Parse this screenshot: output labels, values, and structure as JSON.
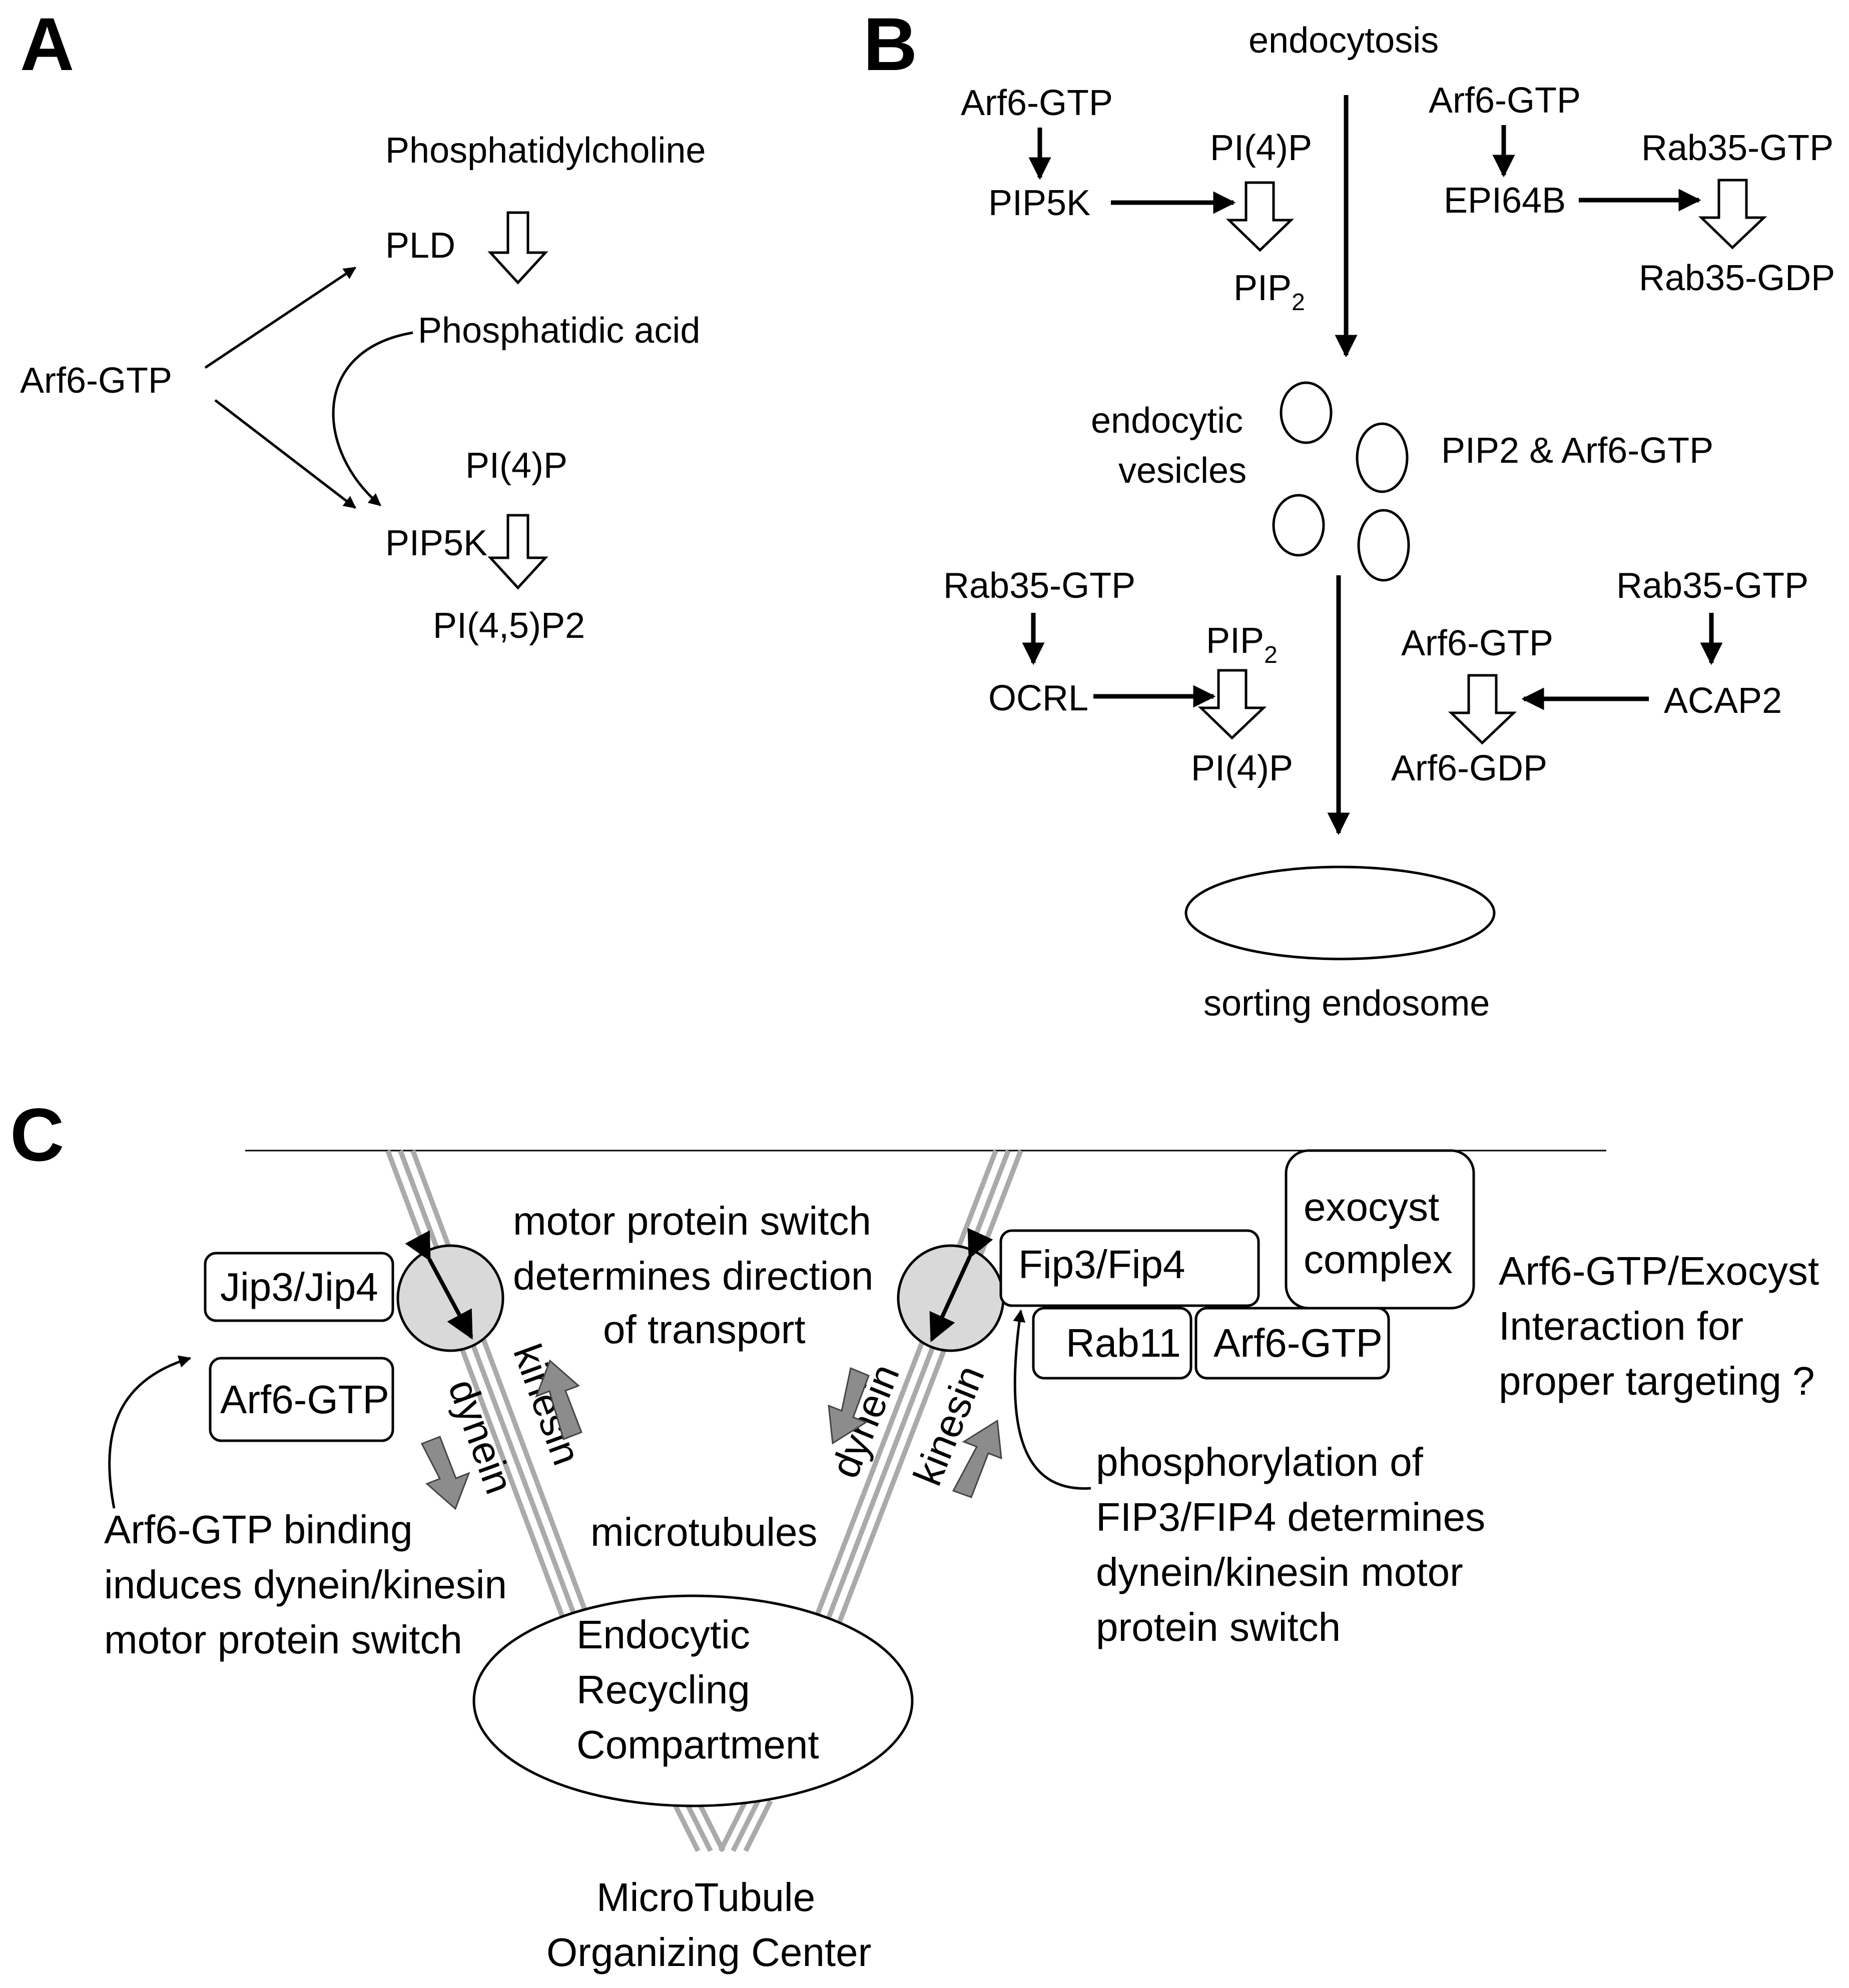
{
  "panels": {
    "A": {
      "label": "A",
      "arf6": "Arf6-GTP",
      "pc": "Phosphatidylcholine",
      "pld": "PLD",
      "pa": "Phosphatidic acid",
      "pi4p": "PI(4)P",
      "pip5k": "PIP5K",
      "pi45p2": "PI(4,5)P2"
    },
    "B": {
      "label": "B",
      "endocytosis": "endocytosis",
      "arf6_a": "Arf6-GTP",
      "pip5k": "PIP5K",
      "pi4p_top": "PI(4)P",
      "pip2_top": "PIP",
      "pip2_top_sub": "2",
      "arf6_b": "Arf6-GTP",
      "epi64b": "EPI64B",
      "rab35gtp_top": "Rab35-GTP",
      "rab35gdp": "Rab35-GDP",
      "endo_ves_1": "endocytic",
      "endo_ves_2": "vesicles",
      "pip2_arf6": "PIP2 & Arf6-GTP",
      "rab35gtp_left": "Rab35-GTP",
      "ocrl": "OCRL",
      "pip2_mid": "PIP",
      "pip2_mid_sub": "2",
      "pi4p_bottom": "PI(4)P",
      "arf6gtp_right": "Arf6-GTP",
      "arf6gdp": "Arf6-GDP",
      "rab35gtp_right": "Rab35-GTP",
      "acap2": "ACAP2",
      "sorting": "sorting endosome"
    },
    "C": {
      "label": "C",
      "jip": "Jip3/Jip4",
      "arf6_left": "Arf6-GTP",
      "switch_1": "motor protein switch",
      "switch_2": "determines direction",
      "switch_3": "of transport",
      "kinesin": "kinesin",
      "dynein": "dynein",
      "microtubules": "microtubules",
      "fip": "Fip3/Fip4",
      "exocyst_1": "exocyst",
      "exocyst_2": "complex",
      "rab11": "Rab11",
      "arf6_right": "Arf6-GTP",
      "interaction_1": "Arf6-GTP/Exocyst",
      "interaction_2": "Interaction for",
      "interaction_3": "proper targeting ?",
      "binding_1": "Arf6-GTP binding",
      "binding_2": "induces dynein/kinesin",
      "binding_3": "motor protein switch",
      "phos_1": "phosphorylation of",
      "phos_2": "FIP3/FIP4 determines",
      "phos_3": "dynein/kinesin motor",
      "phos_4": "protein switch",
      "erc_1": "Endocytic",
      "erc_2": "Recycling",
      "erc_3": "Compartment",
      "mtoc_1": "MicroTubule",
      "mtoc_2": "Organizing Center"
    }
  }
}
